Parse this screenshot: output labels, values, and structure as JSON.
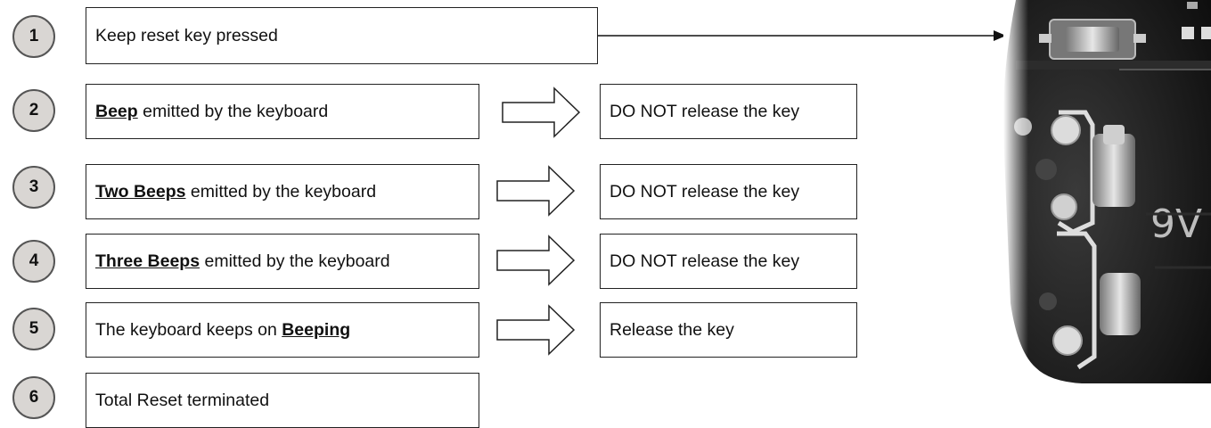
{
  "steps": [
    {
      "num": "1",
      "pre": "",
      "em": "",
      "post": "Keep reset key pressed"
    },
    {
      "num": "2",
      "pre": "",
      "em": "Beep",
      "post": " emitted by the keyboard",
      "result": "DO NOT release the key"
    },
    {
      "num": "3",
      "pre": "",
      "em": "Two Beeps",
      "post": " emitted by the keyboard",
      "result": "DO NOT release the key"
    },
    {
      "num": "4",
      "pre": "",
      "em": "Three Beeps",
      "post": " emitted by the keyboard",
      "result": "DO NOT release the key"
    },
    {
      "num": "5",
      "pre": "The keyboard keeps on ",
      "em": "Beeping",
      "post": "",
      "result": "Release the key"
    },
    {
      "num": "6",
      "pre": "",
      "em": "",
      "post": "Total Reset terminated"
    }
  ],
  "photo": {
    "board_label": "9V"
  }
}
